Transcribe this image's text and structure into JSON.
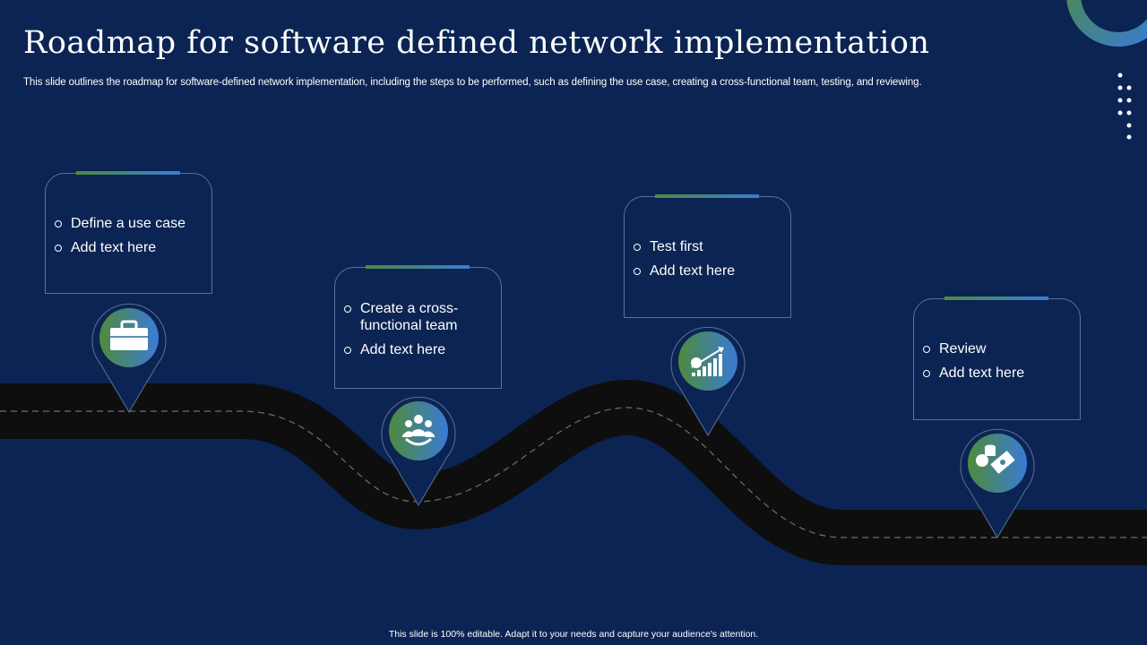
{
  "slide": {
    "title": "Roadmap for software defined network implementation",
    "subtitle": "This slide outlines the roadmap for software-defined network implementation, including the steps to be performed, such as defining the use case, creating a cross-functional team, testing, and reviewing.",
    "footer": "This slide is 100% editable.  Adapt it to your needs and capture your audience's attention."
  },
  "colors": {
    "background": "#0b2453",
    "road": "#0e0e0e",
    "accent_green": "#4e8b3c",
    "accent_blue": "#3a7bd5",
    "card_border": "#5d7196"
  },
  "steps": [
    {
      "icon": "briefcase-icon",
      "items": [
        "Define a use case",
        "Add text here"
      ]
    },
    {
      "icon": "team-icon",
      "items": [
        "Create a cross-functional  team",
        "Add text here"
      ]
    },
    {
      "icon": "growth-chart-icon",
      "items": [
        "Test first",
        "Add text here"
      ]
    },
    {
      "icon": "money-icon",
      "items": [
        "Review",
        "Add text here"
      ]
    }
  ]
}
